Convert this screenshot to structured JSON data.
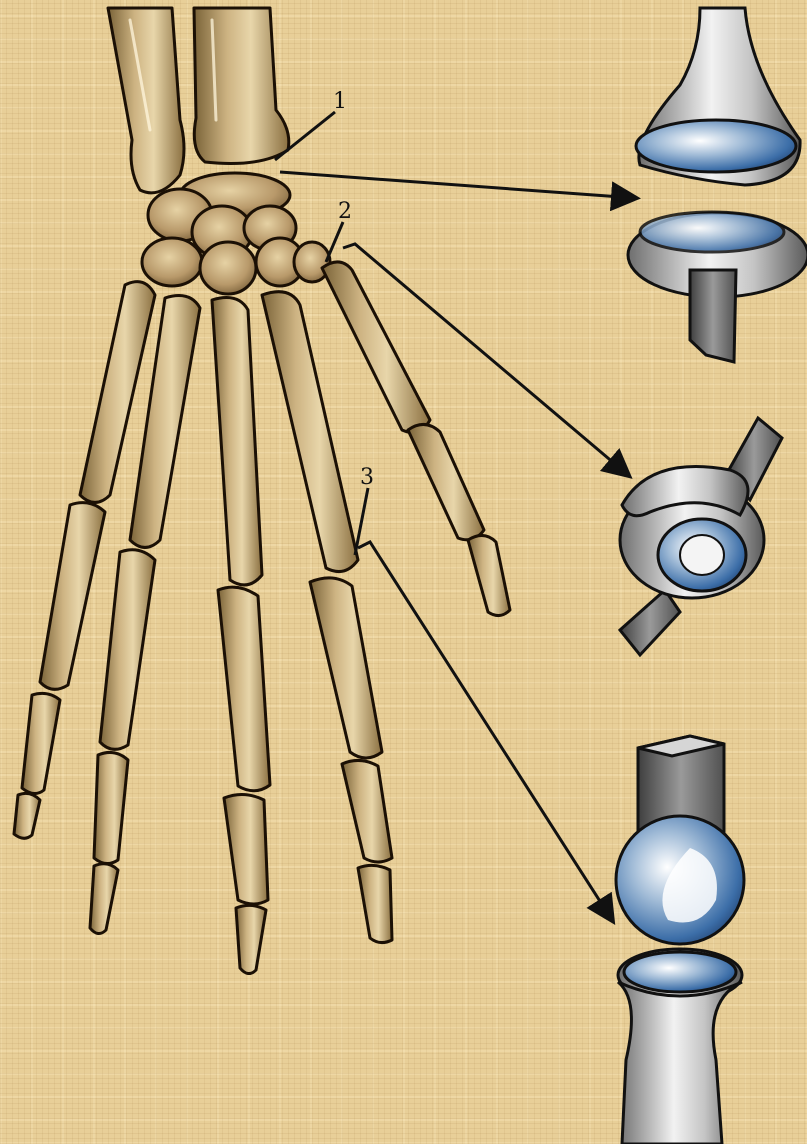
{
  "labels": [
    {
      "id": "1",
      "text": "1"
    },
    {
      "id": "2",
      "text": "2"
    },
    {
      "id": "3",
      "text": "3"
    }
  ],
  "colors": {
    "background": "#e8cf98",
    "bone": "#c9ad7a",
    "bone_outline": "#1b1005",
    "cartilage_blue": "#3c6ea8",
    "model_metal": "#c8c8c8",
    "arrow": "#111111"
  },
  "illustration": {
    "subject": "hand-skeleton-dorsal",
    "models": [
      "hinge-joint-model",
      "saddle-joint-model",
      "ball-and-socket-joint-model"
    ]
  }
}
